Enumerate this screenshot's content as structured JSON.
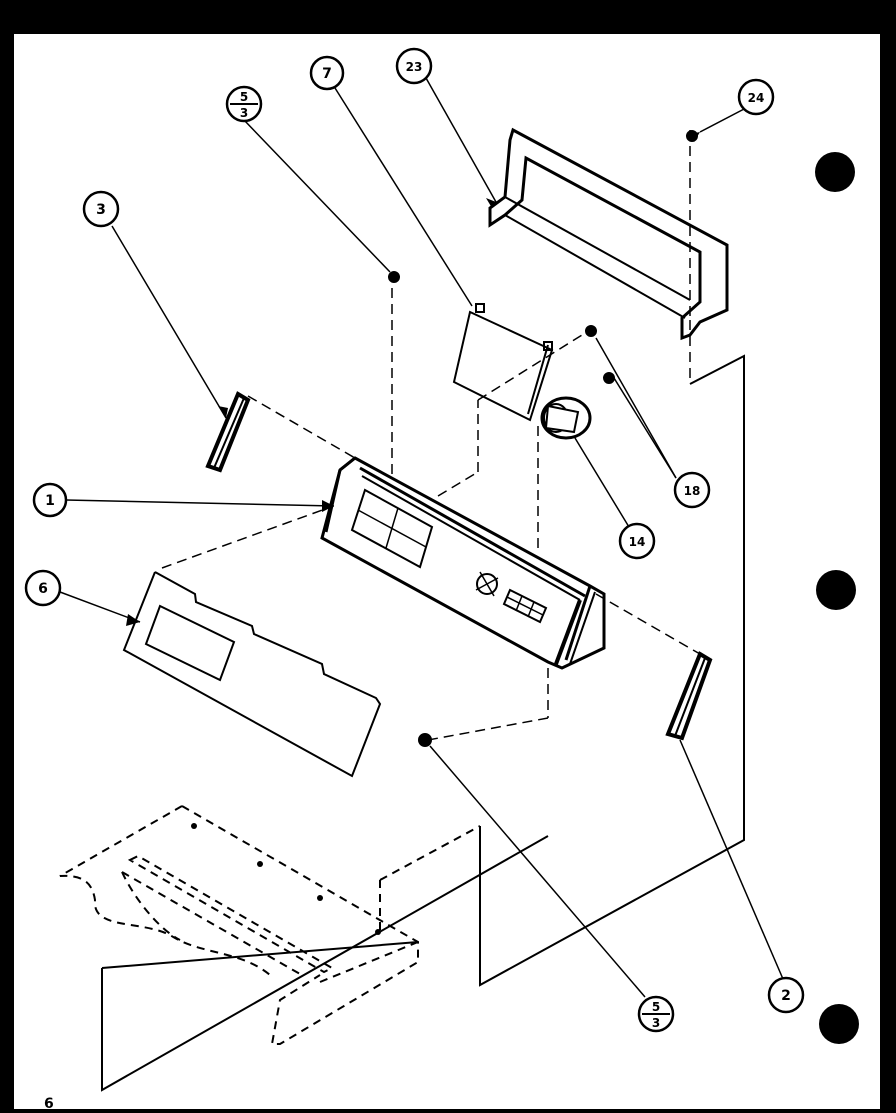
{
  "colors": {
    "background": "#000000",
    "paper": "#ffffff",
    "ink": "#000000"
  },
  "callouts": {
    "c1": "1",
    "c2": "2",
    "c3": "3",
    "c6": "6",
    "c7": "7",
    "c14": "14",
    "c18": "18",
    "c23": "23",
    "c24": "24",
    "c5a_top": "5",
    "c5a_bottom": "3",
    "c5b_top": "5",
    "c5b_bottom": "3"
  },
  "page_number": "6"
}
